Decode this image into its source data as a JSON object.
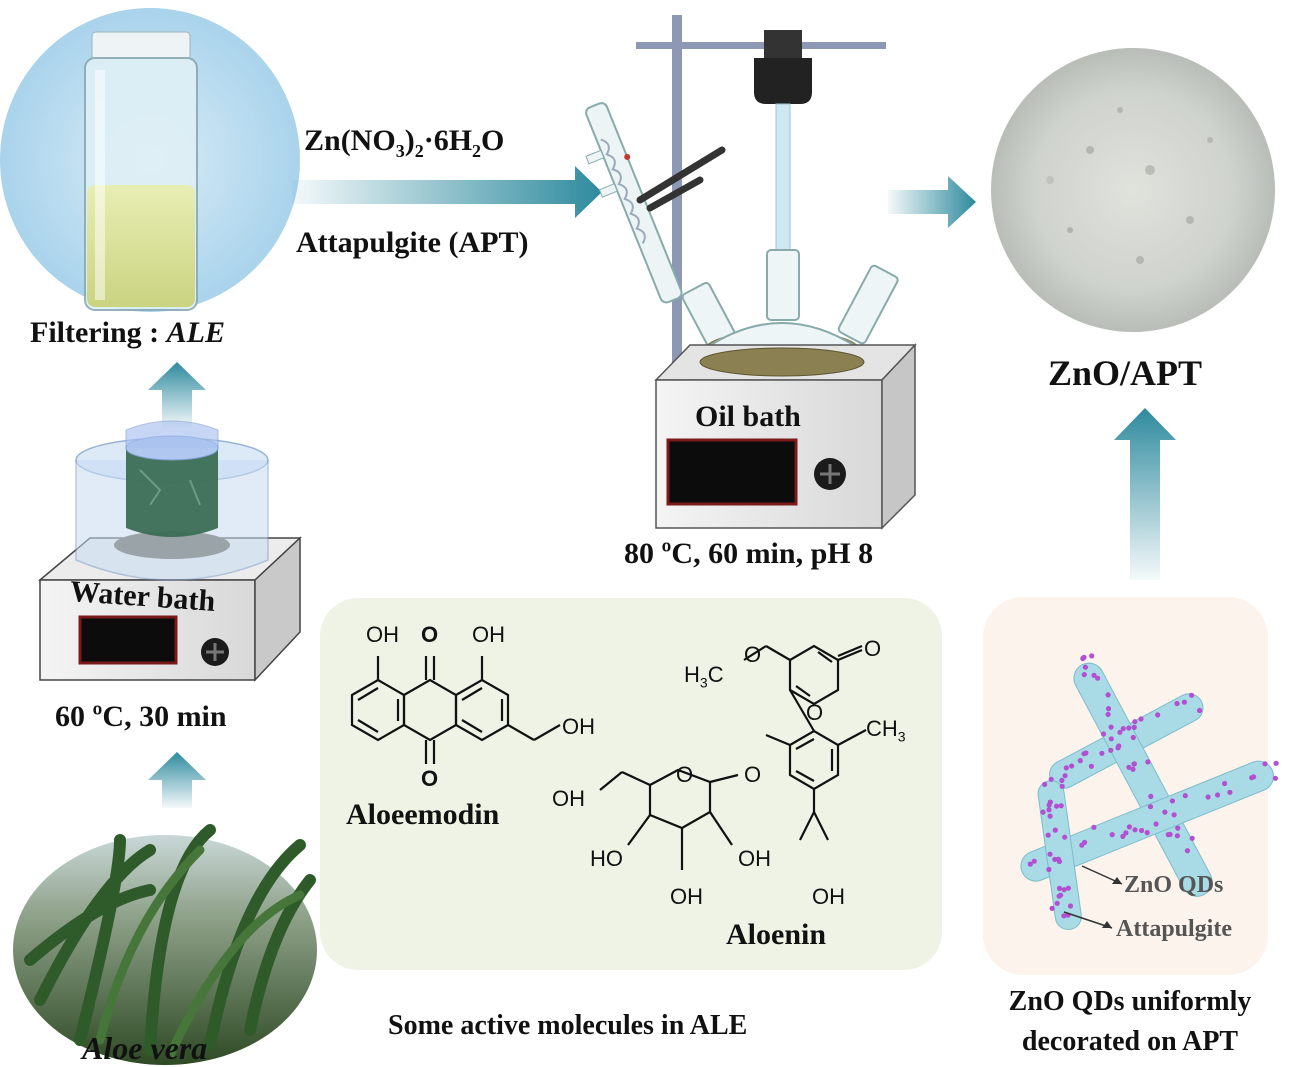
{
  "steps": {
    "filtering": {
      "prefix": "Filtering : ",
      "italic": "ALE"
    },
    "reagents": {
      "zn_prefix": "Zn(NO",
      "zn_sub1": "3",
      "zn_mid": ")",
      "zn_sub2": "2",
      "zn_suffix": "·6H",
      "zn_sub3": "2",
      "zn_end": "O",
      "apt": "Attapulgite (APT)"
    },
    "oil_bath": {
      "label": "Oil bath",
      "conditions": "80 ºC, 60 min, pH 8"
    },
    "product": {
      "label": "ZnO/APT"
    },
    "water_bath": {
      "label": "Water bath",
      "conditions": "60 ºC, 30 min"
    },
    "source": {
      "label": "Aloe vera"
    }
  },
  "molecules": {
    "caption": "Some active molecules in ALE",
    "aloeemodin": {
      "name": "Aloeemodin",
      "oh1": "OH",
      "oh2": "OH",
      "o1": "O",
      "o2": "O",
      "oh3": "OH"
    },
    "aloenin": {
      "name": "Aloenin",
      "h3c": "H",
      "h3c_sub": "3",
      "h3c_c": "C",
      "o_ring": "O",
      "o_carbonyl": "O",
      "o_methoxy": "O",
      "ch3": "CH",
      "ch3_sub": "3",
      "o_glyc": "O",
      "o_sugar": "O",
      "oh_a": "OH",
      "oh_b": "HO",
      "oh_c": "OH",
      "oh_d": "OH",
      "oh_e": "OH"
    }
  },
  "zno_panel": {
    "qd_label": "ZnO QDs",
    "apt_label": "Attapulgite",
    "caption_line1": "ZnO QDs uniformly",
    "caption_line2": "decorated on APT"
  },
  "colors": {
    "arrow": "#2e8a9e",
    "panel_bg": "#eef3e6",
    "zno_panel_bg": "#fbf3ec",
    "rod": "#a9dbe6",
    "dot": "#b34fd1"
  }
}
